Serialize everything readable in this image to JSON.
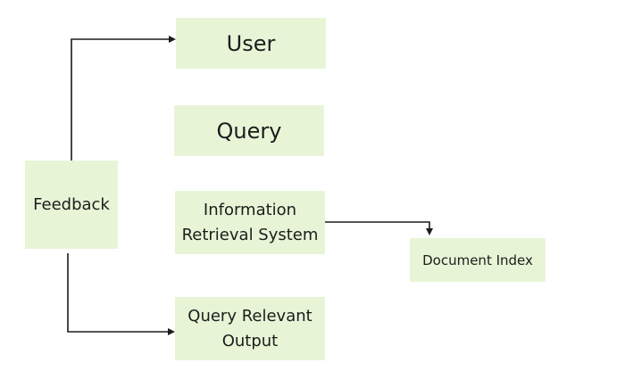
{
  "nodes": {
    "user": "User",
    "query": "Query",
    "information_retrieval_system": [
      "Information",
      "Retrieval System"
    ],
    "query_relevant_output": [
      "Query Relevant",
      "Output"
    ],
    "feedback": "Feedback",
    "document_index": "Document Index"
  },
  "edges": [
    {
      "from": "feedback",
      "to": "user"
    },
    {
      "from": "feedback",
      "to": "query_relevant_output"
    },
    {
      "from": "information_retrieval_system",
      "to": "document_index"
    }
  ],
  "colors": {
    "node_fill": "#e7f5d6",
    "edge": "#1c1c1c",
    "text": "#1c1c1c"
  }
}
